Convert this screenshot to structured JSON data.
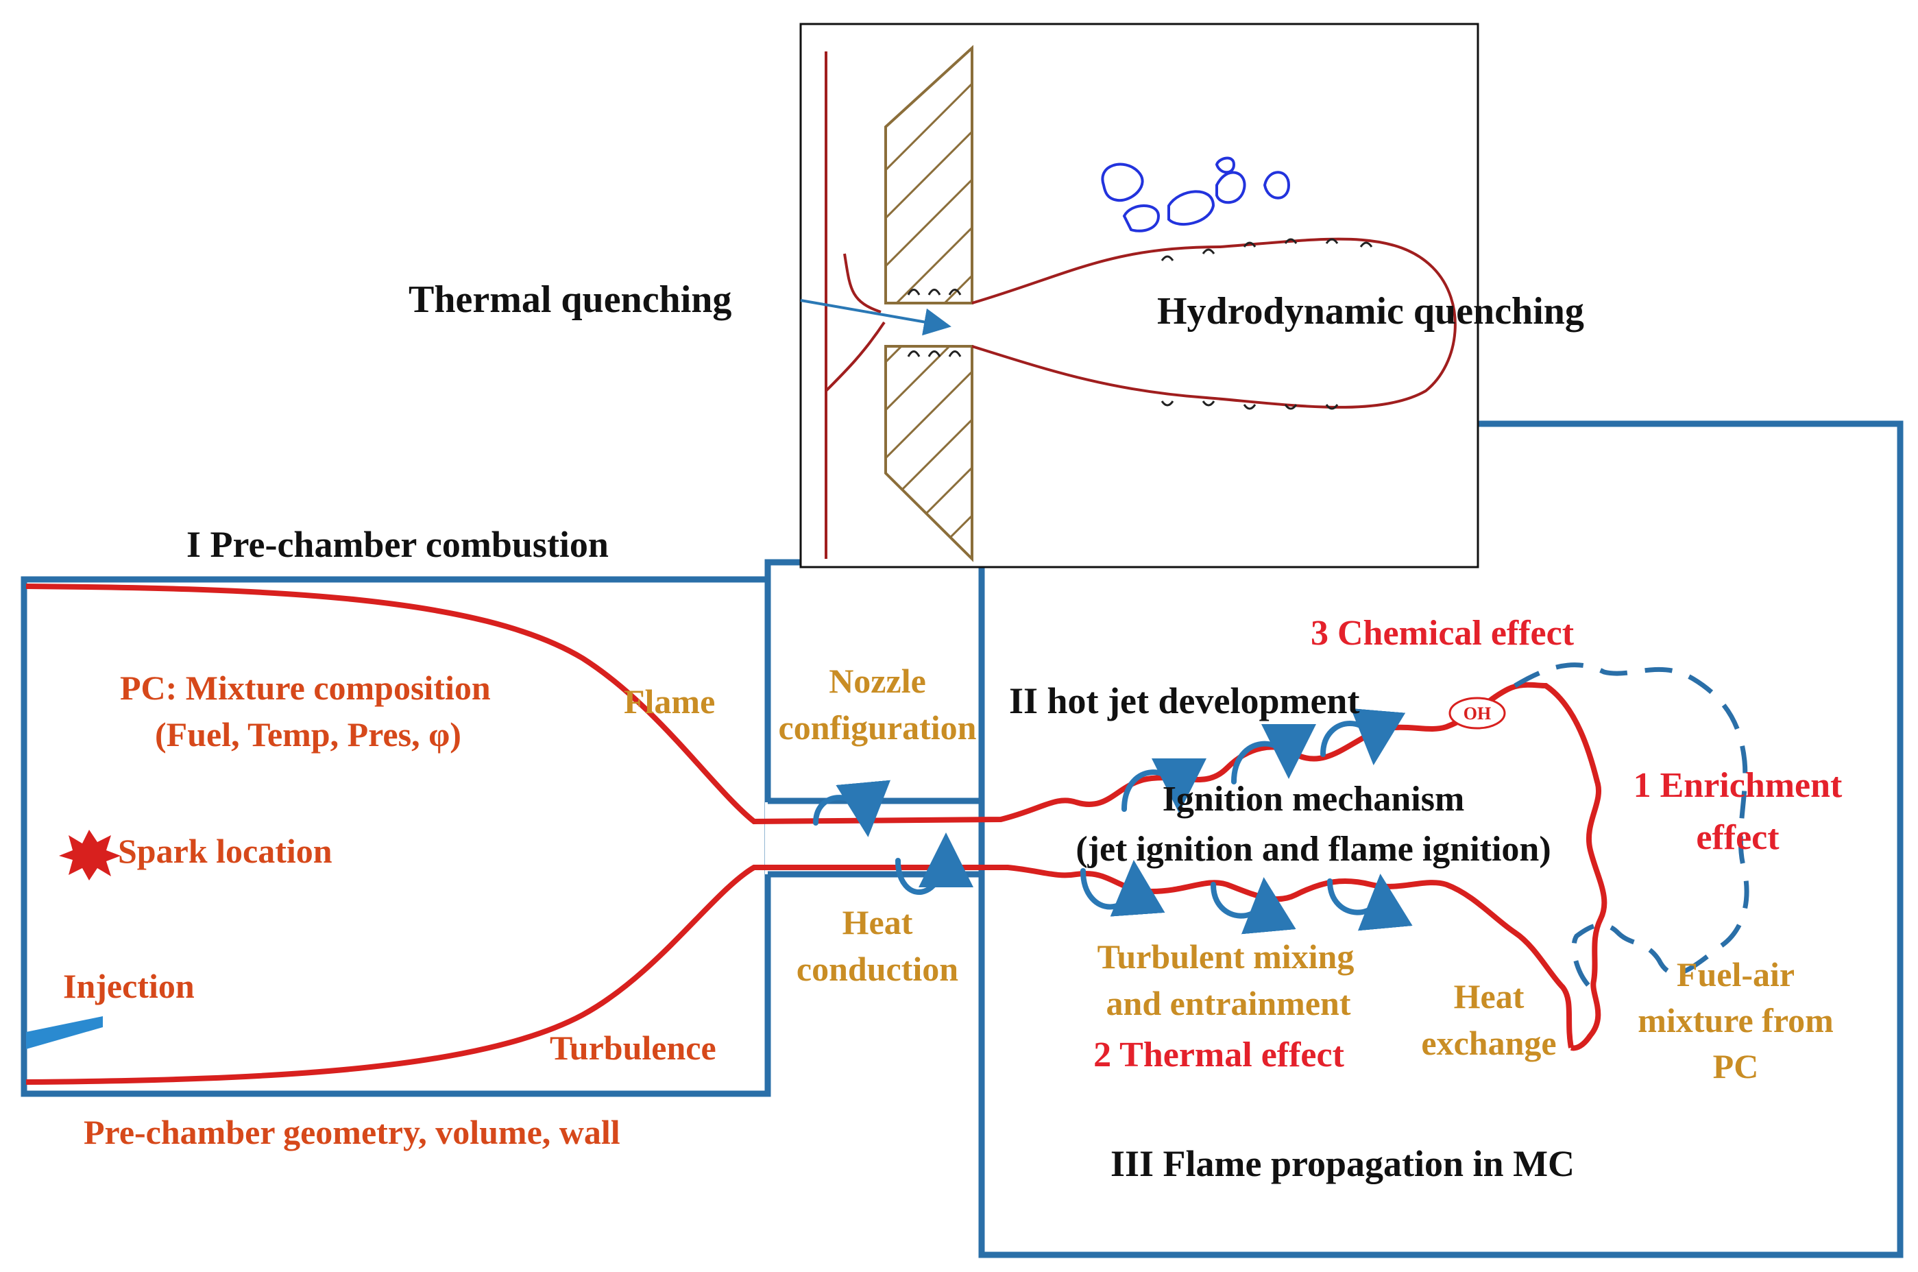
{
  "colors": {
    "blue_frame": "#2a6fa8",
    "red_line": "#d8201e",
    "orange_text": "#d6481a",
    "gold_text": "#c98d24",
    "red_text": "#e4212b",
    "black_text": "#111111",
    "blob_blue": "#2233dd",
    "nozzle_wall": "#8b6e3a",
    "arrow_blue": "#2a78b5"
  },
  "inset": {
    "thermal_quenching": "Thermal quenching",
    "hydrodynamic_quenching": "Hydrodynamic quenching"
  },
  "section_titles": {
    "pre_chamber": "I Pre-chamber combustion",
    "hot_jet": "II hot jet development",
    "flame_propagation": "III Flame propagation in MC"
  },
  "pre_chamber": {
    "mixture_line1": "PC: Mixture composition",
    "mixture_line2": "(Fuel, Temp, Pres, φ)",
    "flame": "Flame",
    "spark_location": "Spark location",
    "injection": "Injection",
    "turbulence": "Turbulence",
    "geometry": "Pre-chamber geometry, volume,  wall"
  },
  "nozzle": {
    "config_line1": "Nozzle",
    "config_line2": "configuration",
    "heat_line1": "Heat",
    "heat_line2": "conduction"
  },
  "main_chamber": {
    "chemical_effect": "3 Chemical effect",
    "oh_label": "OH",
    "ignition_line1": "Ignition mechanism",
    "ignition_line2": "(jet ignition and flame ignition)",
    "enrichment_line1": "1 Enrichment",
    "enrichment_line2": "effect",
    "turbulent_line1": "Turbulent mixing",
    "turbulent_line2": "and entrainment",
    "thermal_effect": "2 Thermal effect",
    "heat_exchange_line1": "Heat",
    "heat_exchange_line2": "exchange",
    "fuel_air_line1": "Fuel-air",
    "fuel_air_line2": "mixture from",
    "fuel_air_line3": "PC"
  }
}
